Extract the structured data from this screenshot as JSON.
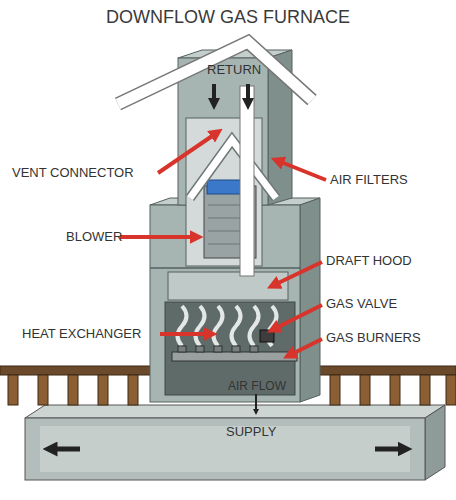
{
  "diagram": {
    "title": "DOWNFLOW GAS FURNACE",
    "labels": [
      "RETURN",
      "VENT CONNECTOR",
      "AIR FILTERS",
      "BLOWER",
      "DRAFT HOOD",
      "GAS VALVE",
      "HEAT EXCHANGER",
      "GAS BURNERS",
      "AIR FLOW",
      "SUPPLY"
    ]
  }
}
